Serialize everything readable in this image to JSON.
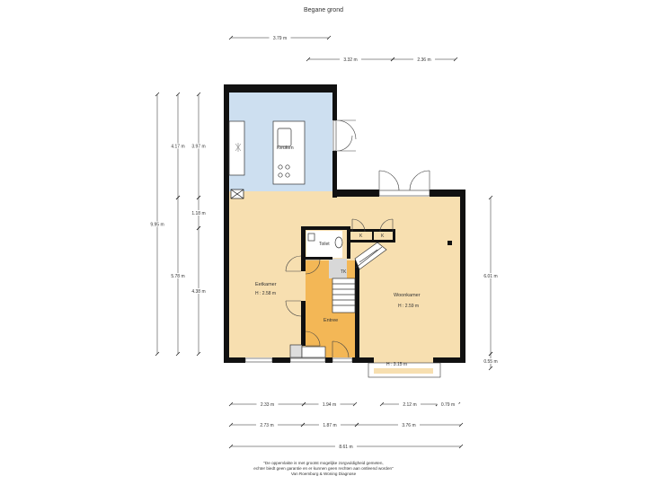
{
  "title": "Begane grond",
  "colors": {
    "wall": "#111111",
    "kitchen_fill": "#cddff0",
    "room_fill": "#f7dfb0",
    "entree_fill": "#f3b756",
    "bay_fill": "#f7dfb0",
    "dimension_line": "#222222",
    "text": "#333333"
  },
  "rooms": [
    {
      "key": "keuken",
      "name": "Keuken",
      "height": ""
    },
    {
      "key": "eetkamer",
      "name": "Eetkamer",
      "height": "H : 2.58 m"
    },
    {
      "key": "woonkamer",
      "name": "Woonkamer",
      "height": "H : 2.59 m"
    },
    {
      "key": "entree",
      "name": "Entree",
      "height": ""
    },
    {
      "key": "toilet",
      "name": "Toilet",
      "height": ""
    },
    {
      "key": "tk",
      "name": "TK",
      "height": ""
    },
    {
      "key": "bay",
      "name": "",
      "height": "H : 3.15 m"
    }
  ],
  "closets": [
    "K",
    "K"
  ],
  "dimensions": {
    "top_1": "3.79 m",
    "top_2a": "3.32 m",
    "top_2b": "2.36 m",
    "left_outer": "9.95 m",
    "left_mid_top": "4.17 m",
    "left_mid_bottom": "5.78 m",
    "left_inner_top": "3.97 m",
    "left_inner_mid": "1.18 m",
    "left_inner_bottom": "4.38 m",
    "right_main": "6.01 m",
    "right_small": "0.55 m",
    "bottom_1a": "2.33 m",
    "bottom_1b": "1.94 m",
    "bottom_1c": "2.12 m",
    "bottom_1d": "0.79 m",
    "bottom_2a": "2.73 m",
    "bottom_2b": "1.87 m",
    "bottom_2c": "3.76 m",
    "bottom_3": "8.61 m"
  },
  "disclaimer": [
    "\"De oppervlakte is met grootst mogelijke zorgvuldigheid gemeten,",
    "echter biedt geen garantie en er kunnen geen rechten aan ontleend worden\"",
    "Van Roemburg & Woning Diagnose"
  ]
}
